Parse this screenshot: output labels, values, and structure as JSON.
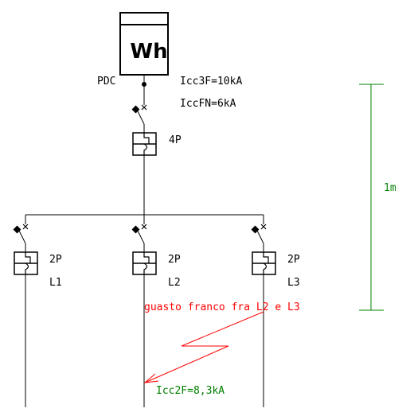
{
  "meter": {
    "label": "Wh"
  },
  "labels": {
    "pdc": "PDC",
    "icc3f": "Icc3F=10kA",
    "iccfn": "IccFN=6kA",
    "main_breaker": "4P",
    "scale": "1m",
    "fault": "guasto franco fra L2 e L3",
    "icc2f": "Icc2F=8,3kA"
  },
  "branches": [
    {
      "poles": "2P",
      "line": "L1"
    },
    {
      "poles": "2P",
      "line": "L2"
    },
    {
      "poles": "2P",
      "line": "L3"
    }
  ],
  "colors": {
    "wiring": "#000000",
    "fault": "#ff0000",
    "measure": "#008000"
  }
}
